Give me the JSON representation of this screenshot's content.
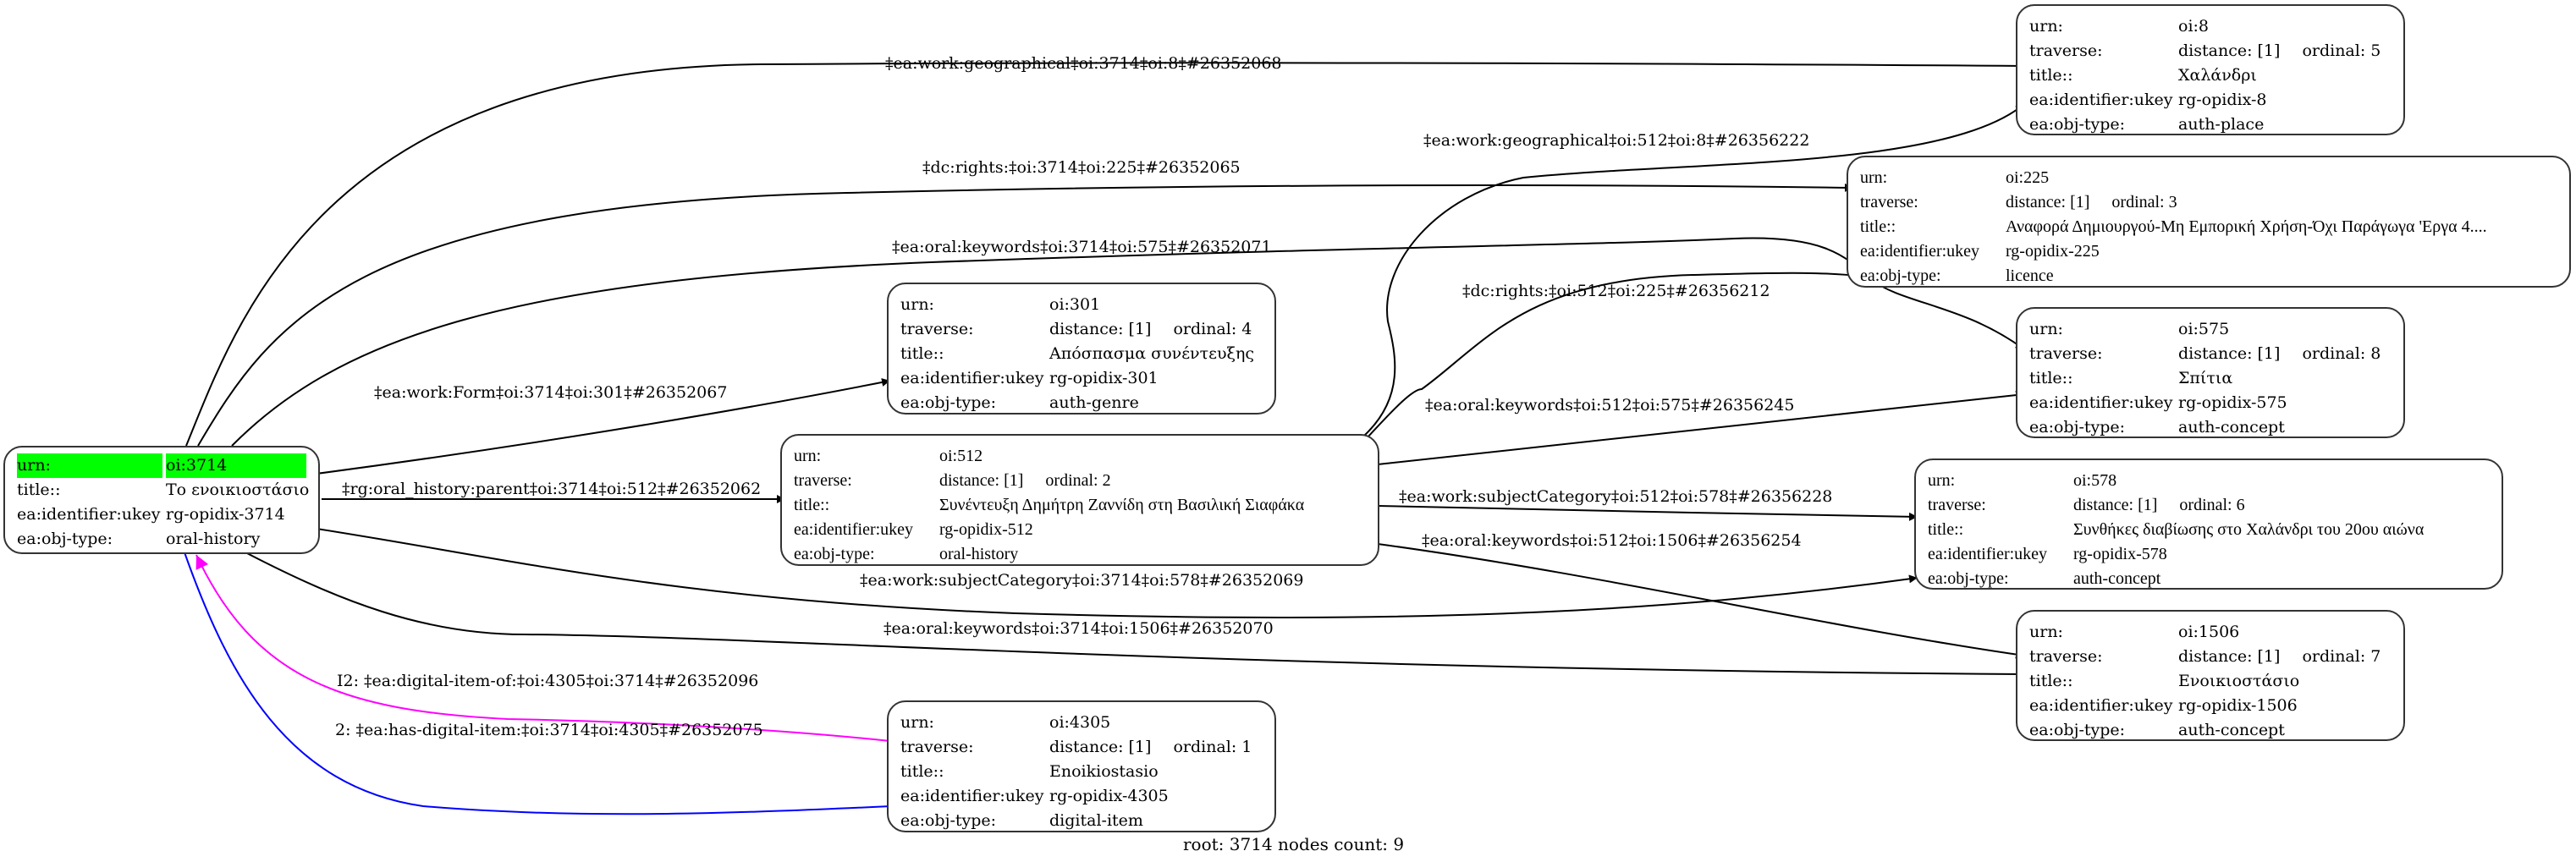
{
  "graph": {
    "root_node": {
      "rows": [
        {
          "key": "urn:",
          "value": "oi:3714"
        },
        {
          "key": "title::",
          "value": "Το ενοικιοστάσιο"
        },
        {
          "key": "ea:identifier:ukey",
          "value": "rg-opidix-3714"
        },
        {
          "key": "ea:obj-type:",
          "value": "oral-history"
        }
      ],
      "highlight_color": "#00ff00"
    },
    "nodes": [
      {
        "id": "n301",
        "urn": "oi:301",
        "distance": "distance: [1]",
        "ordinal": "ordinal: 4",
        "title": "Απόσπασμα συνέντευξης",
        "ukey": "rg-opidix-301",
        "obj_type": "auth-genre"
      },
      {
        "id": "n512",
        "urn": "oi:512",
        "distance": "distance: [1]",
        "ordinal": "ordinal: 2",
        "title": "Συνέντευξη Δημήτρη Ζαννίδη στη Βασιλική Σιαφάκα",
        "ukey": "rg-opidix-512",
        "obj_type": "oral-history"
      },
      {
        "id": "n4305",
        "urn": "oi:4305",
        "distance": "distance: [1]",
        "ordinal": "ordinal: 1",
        "title": "Enoikiostasio",
        "ukey": "rg-opidix-4305",
        "obj_type": "digital-item"
      },
      {
        "id": "n8",
        "urn": "oi:8",
        "distance": "distance: [1]",
        "ordinal": "ordinal: 5",
        "title": "Χαλάνδρι",
        "ukey": "rg-opidix-8",
        "obj_type": "auth-place"
      },
      {
        "id": "n225",
        "urn": "oi:225",
        "distance": "distance: [1]",
        "ordinal": "ordinal: 3",
        "title": "Αναφορά Δημιουργού-Μη Εμπορική Χρήση-Όχι Παράγωγα 'Εργα 4....",
        "ukey": "rg-opidix-225",
        "obj_type": "licence"
      },
      {
        "id": "n575",
        "urn": "oi:575",
        "distance": "distance: [1]",
        "ordinal": "ordinal: 8",
        "title": "Σπίτια",
        "ukey": "rg-opidix-575",
        "obj_type": "auth-concept"
      },
      {
        "id": "n578",
        "urn": "oi:578",
        "distance": "distance: [1]",
        "ordinal": "ordinal: 6",
        "title": "Συνθήκες διαβίωσης στο Χαλάνδρι του 20ου αιώνα",
        "ukey": "rg-opidix-578",
        "obj_type": "auth-concept"
      },
      {
        "id": "n1506",
        "urn": "oi:1506",
        "distance": "distance: [1]",
        "ordinal": "ordinal: 7",
        "title": "Ενοικιοστάσιο",
        "ukey": "rg-opidix-1506",
        "obj_type": "auth-concept"
      }
    ],
    "row_keys": {
      "urn": "urn:",
      "traverse": "traverse:",
      "title": "title::",
      "ukey": "ea:identifier:ukey",
      "obj_type": "ea:obj-type:"
    },
    "edges": [
      {
        "id": "e1",
        "label": "‡ea:work:geographical‡oi:3714‡oi:8‡#26352068",
        "from": "oi:3714",
        "to": "oi:8",
        "color": "#000000"
      },
      {
        "id": "e2",
        "label": "‡dc:rights:‡oi:3714‡oi:225‡#26352065",
        "from": "oi:3714",
        "to": "oi:225",
        "color": "#000000"
      },
      {
        "id": "e3",
        "label": "‡ea:oral:keywords‡oi:3714‡oi:575‡#26352071",
        "from": "oi:3714",
        "to": "oi:575",
        "color": "#000000"
      },
      {
        "id": "e4",
        "label": "‡ea:work:Form‡oi:3714‡oi:301‡#26352067",
        "from": "oi:3714",
        "to": "oi:301",
        "color": "#000000"
      },
      {
        "id": "e5",
        "label": "‡rg:oral_history:parent‡oi:3714‡oi:512‡#26352062",
        "from": "oi:3714",
        "to": "oi:512",
        "color": "#000000"
      },
      {
        "id": "e6",
        "label": "‡ea:work:subjectCategory‡oi:3714‡oi:578‡#26352069",
        "from": "oi:3714",
        "to": "oi:578",
        "color": "#000000"
      },
      {
        "id": "e7",
        "label": "‡ea:oral:keywords‡oi:3714‡oi:1506‡#26352070",
        "from": "oi:3714",
        "to": "oi:1506",
        "color": "#000000"
      },
      {
        "id": "e8",
        "label": "I2: ‡ea:digital-item-of:‡oi:4305‡oi:3714‡#26352096",
        "from": "oi:4305",
        "to": "oi:3714",
        "color": "#ff00ff"
      },
      {
        "id": "e9",
        "label": "2: ‡ea:has-digital-item:‡oi:3714‡oi:4305‡#26352075",
        "from": "oi:3714",
        "to": "oi:4305",
        "color": "#0000ff"
      },
      {
        "id": "e10",
        "label": "‡ea:work:geographical‡oi:512‡oi:8‡#26356222",
        "from": "oi:512",
        "to": "oi:8",
        "color": "#000000"
      },
      {
        "id": "e11",
        "label": "‡dc:rights:‡oi:512‡oi:225‡#26356212",
        "from": "oi:512",
        "to": "oi:225",
        "color": "#000000"
      },
      {
        "id": "e12",
        "label": "‡ea:oral:keywords‡oi:512‡oi:575‡#26356245",
        "from": "oi:512",
        "to": "oi:575",
        "color": "#000000"
      },
      {
        "id": "e13",
        "label": "‡ea:work:subjectCategory‡oi:512‡oi:578‡#26356228",
        "from": "oi:512",
        "to": "oi:578",
        "color": "#000000"
      },
      {
        "id": "e14",
        "label": "‡ea:oral:keywords‡oi:512‡oi:1506‡#26356254",
        "from": "oi:512",
        "to": "oi:1506",
        "color": "#000000"
      }
    ],
    "footer": "root: 3714 nodes count: 9"
  }
}
